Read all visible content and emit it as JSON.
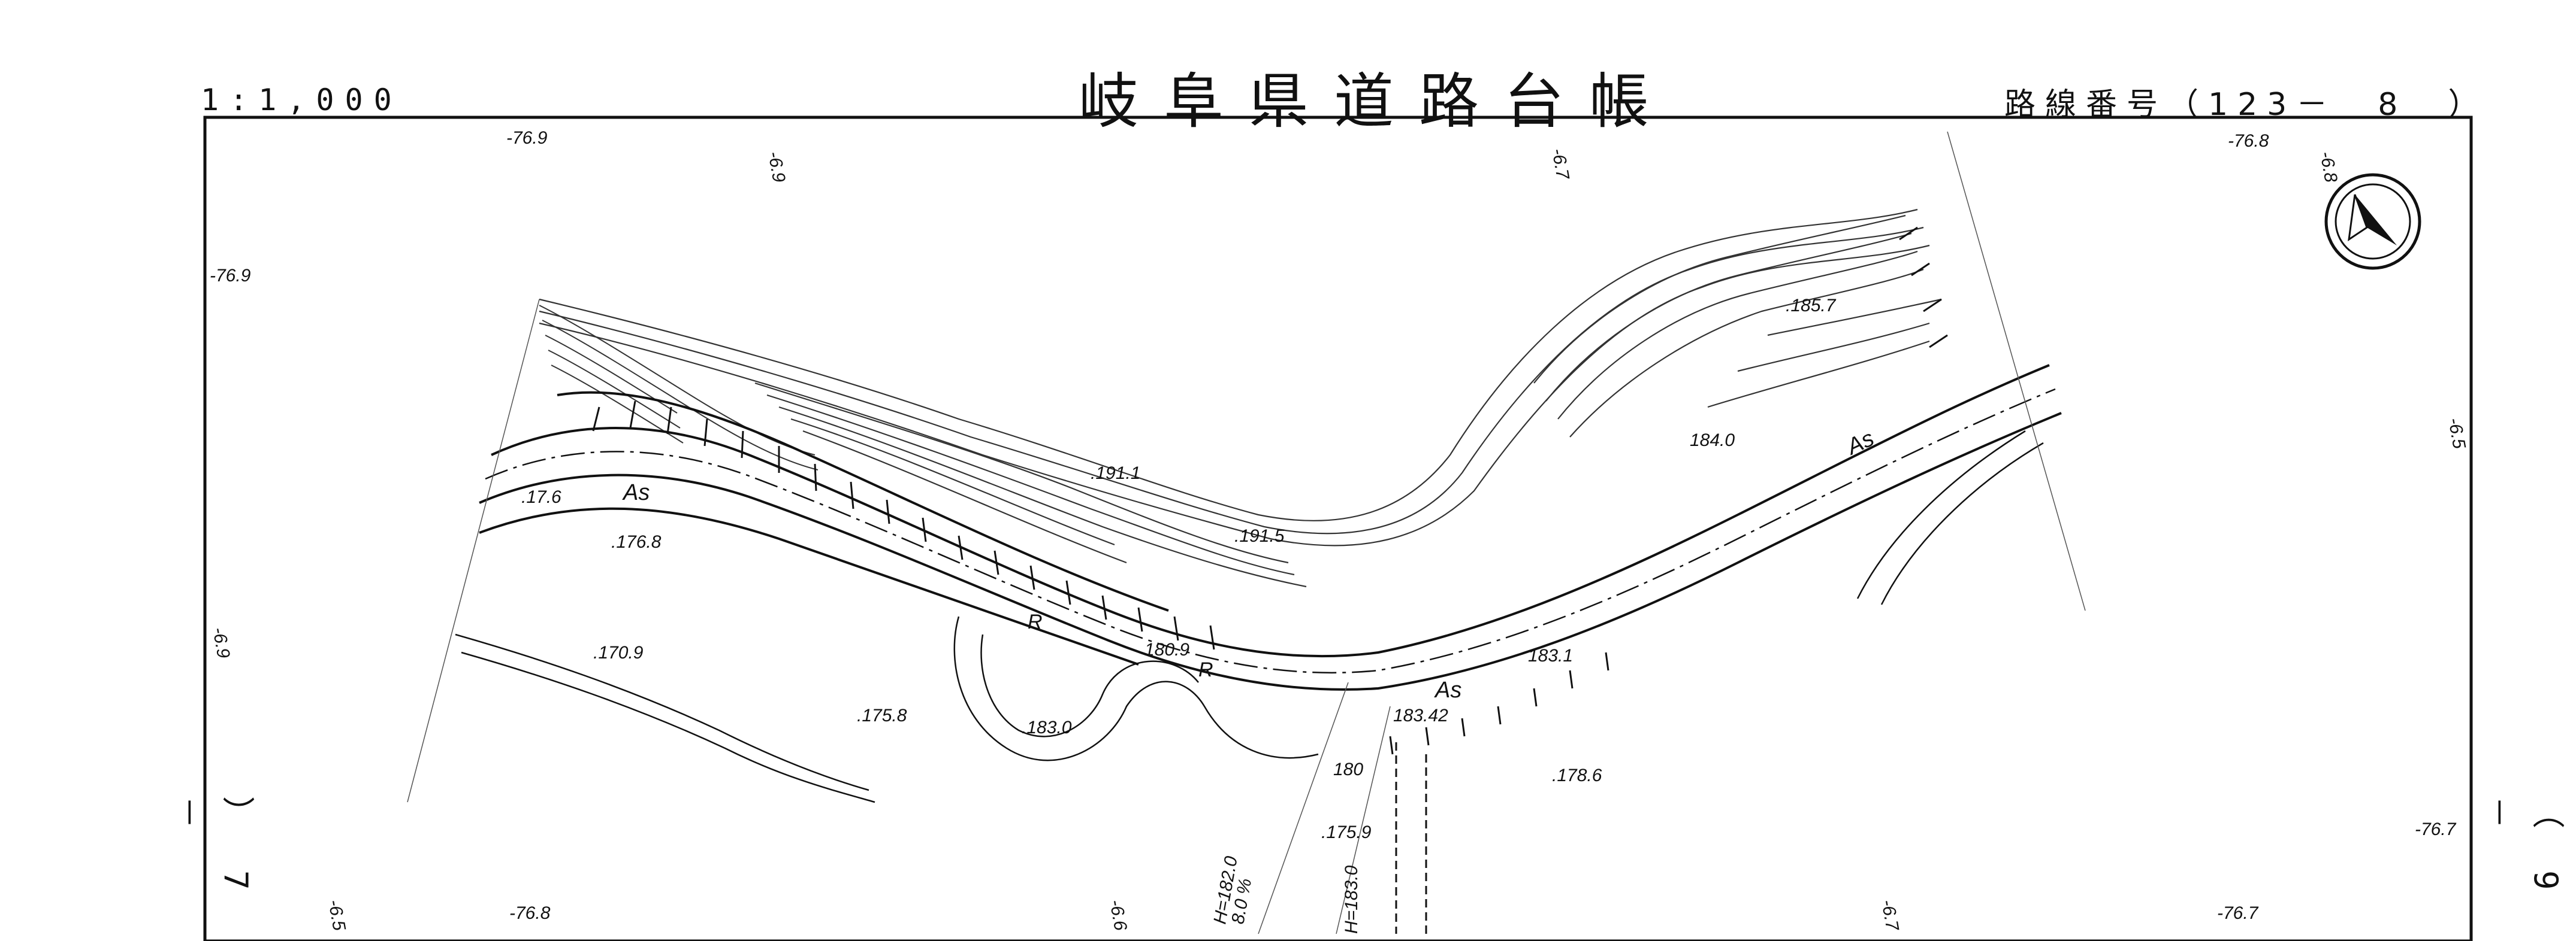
{
  "header": {
    "title": "岐阜県道路台帳",
    "scale": "1:1,000",
    "route_number": "路線番号（123－　8　）"
  },
  "side_labels": {
    "left": "）7－",
    "right": "（9－"
  },
  "map_labels": {
    "border": [
      "-76.9",
      "-6.9",
      "-6.7",
      "-76.8",
      "-6.8",
      "-76.9",
      "-6.5",
      "-6.9",
      "-6.5",
      "-76.8",
      "-6.6",
      "-6.7",
      "-76.7",
      "-76.7"
    ],
    "elevations": [
      ".191.1",
      ".191.5",
      ".185.7",
      "184.0",
      ".176.8",
      ".17.6",
      ".170.9",
      ".175.8",
      ".183.0",
      "180.9",
      "183.1",
      "183.42",
      ".178.6",
      ".175.9",
      "180"
    ],
    "pavement": [
      "As",
      "As",
      "As"
    ],
    "curve": [
      "R",
      "R"
    ],
    "profile": [
      "H=182.0",
      "8.0 %",
      "H=183.0"
    ]
  },
  "colors": {
    "line": "#111111",
    "background": "#ffffff"
  },
  "icons": [
    "north-arrow-icon"
  ]
}
